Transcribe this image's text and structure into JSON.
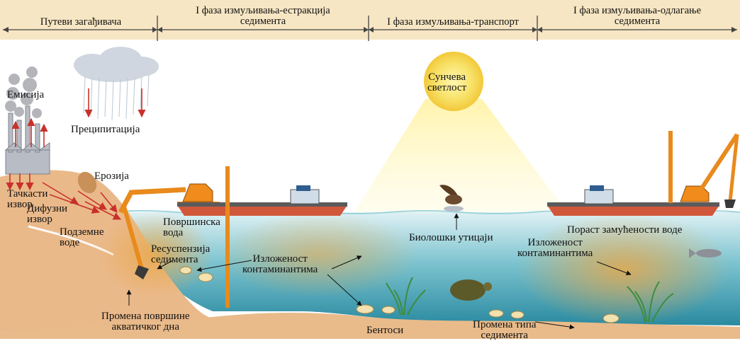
{
  "phases": [
    "Путеви загађивача",
    "I фаза измуљивања-естракција\nседимента",
    "I фаза измуљивања-транспорт",
    "I фаза измуљивања-одлагање\nседимента"
  ],
  "labels": {
    "emission": "Емисија",
    "precipitation": "Преципитација",
    "erosion": "Ерозија",
    "point_source": "Тачкасти\nизвор",
    "diffuse_source": "Дифузни\nизвор",
    "groundwater": "Подземне\nводе",
    "surface_water": "Површинска\nвода",
    "resuspension": "Ресуспензија\nседимента",
    "exposure_left": "Изложеност\nконтаминантима",
    "sunlight": "Сунчева\nсветлост",
    "biological_effects": "Биолошки утицаји",
    "turbidity_increase": "Пораст замућености воде",
    "exposure_right": "Изложеност\nконтаминантима",
    "bottom_change": "Промена површине\nакватичког дна",
    "benthos": "Бентоси",
    "sediment_type_change": "Промена типа\nседимента"
  },
  "colors": {
    "water_top": "#d9eef2",
    "water_bottom": "#2e8fa3",
    "sediment": "#e7b98a",
    "turbid": "#e7a94f",
    "barge_hull": "#d1573b",
    "excavator": "#e88a1c",
    "arrow_red": "#c8312a",
    "sun": "#f6e46a"
  }
}
